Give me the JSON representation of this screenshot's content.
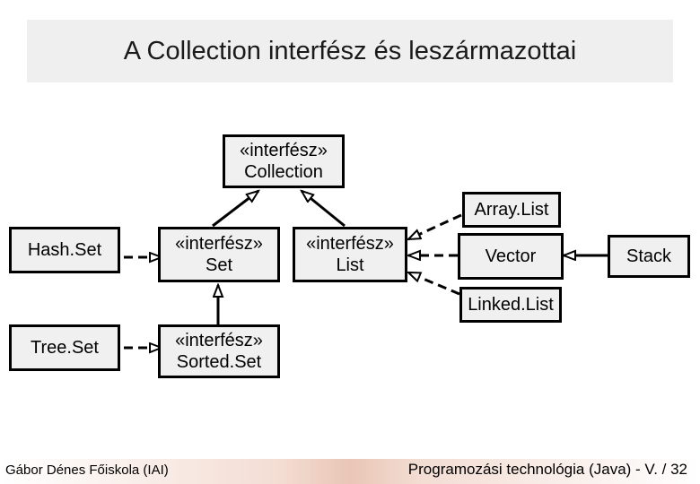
{
  "title": "A Collection interfész és leszármazottai",
  "nodes": {
    "collection": {
      "stereotype": "«interfész»",
      "name": "Collection"
    },
    "set": {
      "stereotype": "«interfész»",
      "name": "Set"
    },
    "list": {
      "stereotype": "«interfész»",
      "name": "List"
    },
    "sorted_set": {
      "stereotype": "«interfész»",
      "name": "Sorted.Set"
    },
    "hash_set": {
      "name": "Hash.Set"
    },
    "tree_set": {
      "name": "Tree.Set"
    },
    "array_list": {
      "name": "Array.List"
    },
    "vector": {
      "name": "Vector"
    },
    "linked_list": {
      "name": "Linked.List"
    },
    "stack": {
      "name": "Stack"
    }
  },
  "relations": [
    {
      "from": "Set",
      "to": "Collection",
      "kind": "extends"
    },
    {
      "from": "List",
      "to": "Collection",
      "kind": "extends"
    },
    {
      "from": "Sorted.Set",
      "to": "Set",
      "kind": "extends"
    },
    {
      "from": "Hash.Set",
      "to": "Set",
      "kind": "implements"
    },
    {
      "from": "Tree.Set",
      "to": "Sorted.Set",
      "kind": "implements"
    },
    {
      "from": "Array.List",
      "to": "List",
      "kind": "implements"
    },
    {
      "from": "Vector",
      "to": "List",
      "kind": "implements"
    },
    {
      "from": "Linked.List",
      "to": "List",
      "kind": "implements"
    },
    {
      "from": "Stack",
      "to": "Vector",
      "kind": "extends"
    }
  ],
  "footer": {
    "left": "Gábor Dénes Főiskola (IAI)",
    "right": "Programozási technológia (Java) - V. / 32"
  }
}
